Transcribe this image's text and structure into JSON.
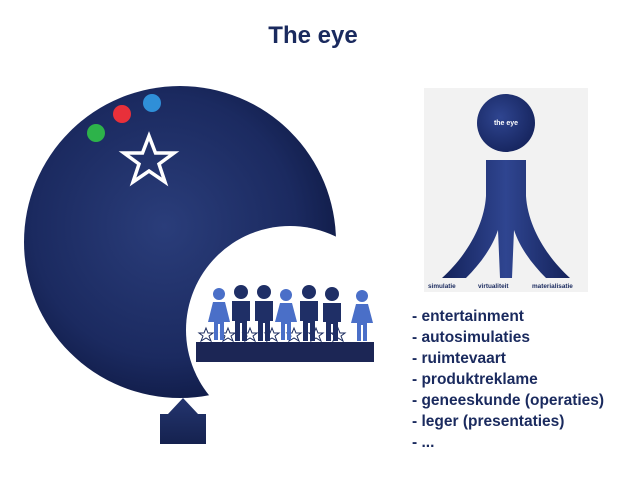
{
  "slide": {
    "title": "The eye"
  },
  "eye_figure": {
    "head_label": "the eye",
    "stages": [
      "simulatie",
      "virtualiteit",
      "materialisatie"
    ]
  },
  "bullets": [
    "- entertainment",
    "- autosimulaties",
    "- ruimtevaart",
    "- produktreklame",
    "- geneeskunde (operaties)",
    "- leger (presentaties)",
    "- ..."
  ],
  "colors": {
    "navy": "#1a2a5e",
    "dot_green": "#2db34a",
    "dot_red": "#e8303a",
    "dot_blue": "#2f8fd8",
    "people_light": "#4a6fc8",
    "people_dark": "#1f2f66"
  },
  "icons": [
    "star-outline-icon",
    "person-icon"
  ]
}
